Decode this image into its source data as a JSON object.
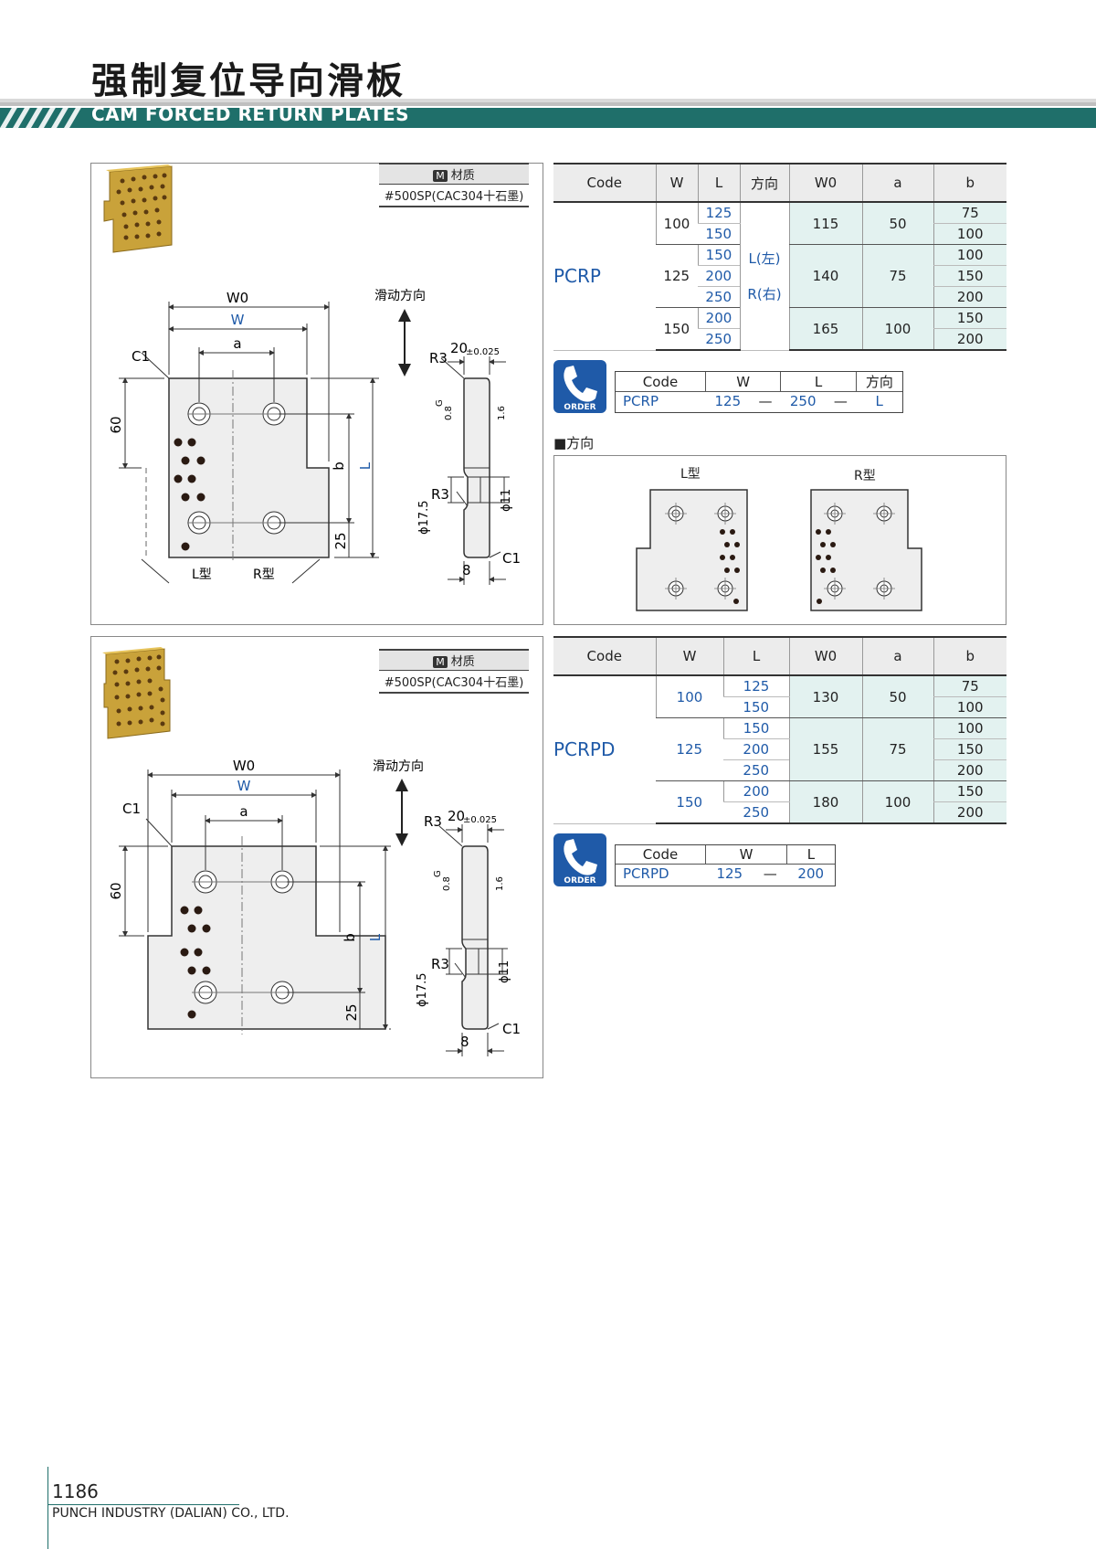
{
  "header": {
    "title_cn": "强制复位导向滑板",
    "title_en": "CAM FORCED RETURN PLATES"
  },
  "colors": {
    "accent": "#1f6f6a",
    "code_blue": "#1f5aa8",
    "tint": "#e3f2f0"
  },
  "pcrp": {
    "material_head": "材质",
    "material_badge": "M",
    "material_value": "#500SP(CAC304十石墨)",
    "drawing": {
      "w0": "W0",
      "w": "W",
      "a": "a",
      "c1": "C1",
      "h60": "60",
      "b": "b",
      "L": "L",
      "h25": "25",
      "ltype": "L型",
      "rtype": "R型",
      "slide_dir": "滑动方向",
      "r3": "R3",
      "t20": "20",
      "tol": "±0.025",
      "g": "G",
      "r08": "0.8",
      "r16": "1.6",
      "r3b": "R3",
      "d175": "ϕ17.5",
      "d11": "ϕ11",
      "c1b": "C1",
      "t8": "8"
    },
    "table": {
      "headers": [
        "Code",
        "W",
        "L",
        "方向",
        "W0",
        "a",
        "b"
      ],
      "code": "PCRP",
      "dir_l": "L(左)",
      "dir_r": "R(右)",
      "groups": [
        {
          "w": "100",
          "w0": "115",
          "a": "50",
          "rows": [
            {
              "L": "125",
              "b": "75"
            },
            {
              "L": "150",
              "b": "100"
            }
          ]
        },
        {
          "w": "125",
          "w0": "140",
          "a": "75",
          "rows": [
            {
              "L": "150",
              "b": "100"
            },
            {
              "L": "200",
              "b": "150"
            },
            {
              "L": "250",
              "b": "200"
            }
          ]
        },
        {
          "w": "150",
          "w0": "165",
          "a": "100",
          "rows": [
            {
              "L": "200",
              "b": "150"
            },
            {
              "L": "250",
              "b": "200"
            }
          ]
        }
      ]
    },
    "order": {
      "icon_label": "ORDER",
      "headers": [
        "Code",
        "W",
        "L",
        "方向"
      ],
      "values": {
        "code": "PCRP",
        "w": "125",
        "dash1": "—",
        "l": "250",
        "dash2": "—",
        "dir": "L"
      }
    },
    "direction": {
      "title": "■方向",
      "l_label": "L型",
      "r_label": "R型"
    }
  },
  "pcrpd": {
    "material_head": "材质",
    "material_badge": "M",
    "material_value": "#500SP(CAC304十石墨)",
    "drawing": {
      "w0": "W0",
      "w": "W",
      "a": "a",
      "c1": "C1",
      "h60": "60",
      "b": "b",
      "L": "L",
      "h25": "25",
      "slide_dir": "滑动方向",
      "r3": "R3",
      "t20": "20",
      "tol": "±0.025",
      "g": "G",
      "r08": "0.8",
      "r16": "1.6",
      "r3b": "R3",
      "d175": "ϕ17.5",
      "d11": "ϕ11",
      "c1b": "C1",
      "t8": "8"
    },
    "table": {
      "headers": [
        "Code",
        "W",
        "L",
        "W0",
        "a",
        "b"
      ],
      "code": "PCRPD",
      "groups": [
        {
          "w": "100",
          "w0": "130",
          "a": "50",
          "rows": [
            {
              "L": "125",
              "b": "75"
            },
            {
              "L": "150",
              "b": "100"
            }
          ]
        },
        {
          "w": "125",
          "w0": "155",
          "a": "75",
          "rows": [
            {
              "L": "150",
              "b": "100"
            },
            {
              "L": "200",
              "b": "150"
            },
            {
              "L": "250",
              "b": "200"
            }
          ]
        },
        {
          "w": "150",
          "w0": "180",
          "a": "100",
          "rows": [
            {
              "L": "200",
              "b": "150"
            },
            {
              "L": "250",
              "b": "200"
            }
          ]
        }
      ]
    },
    "order": {
      "icon_label": "ORDER",
      "headers": [
        "Code",
        "W",
        "L"
      ],
      "values": {
        "code": "PCRPD",
        "w": "125",
        "dash1": "—",
        "l": "200"
      }
    }
  },
  "footer": {
    "page": "1186",
    "company": "PUNCH INDUSTRY (DALIAN) CO., LTD."
  }
}
